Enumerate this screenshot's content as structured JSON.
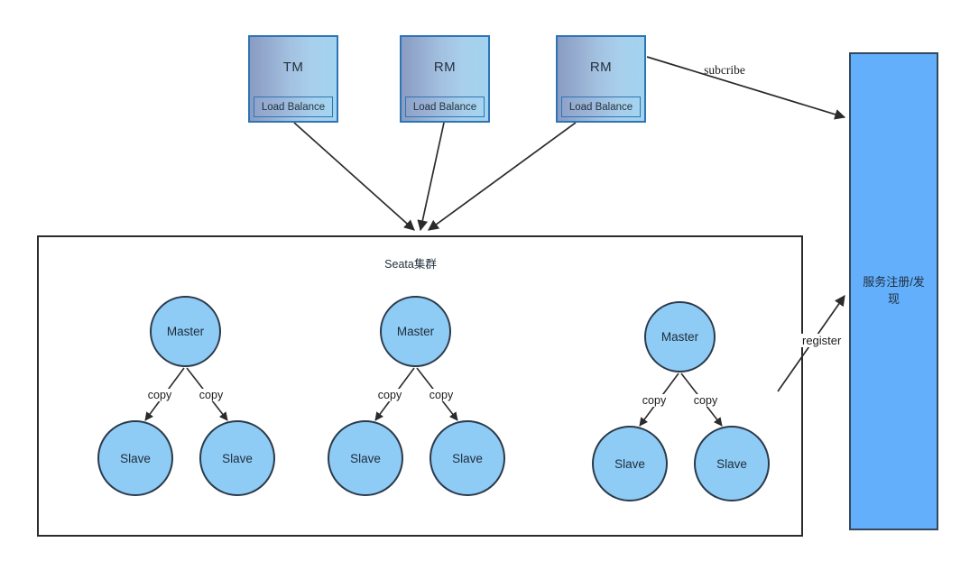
{
  "diagram": {
    "title": "Seata cluster with service registry",
    "colors": {
      "client_border": "#2E75B6",
      "client_gradient_start": "#8a9cc2",
      "client_gradient_end": "#a2d3ef",
      "registry_fill": "#63afFC",
      "registry_border": "#34495e",
      "node_fill": "#8ECBF5",
      "node_border": "#2b3a4a",
      "cluster_border": "#2b2b2b",
      "edge_color": "#2b2b2b",
      "text_color": "#1f2d3a",
      "background": "#ffffff"
    }
  },
  "clients": [
    {
      "id": "tm",
      "label": "TM",
      "sub_label": "Load Balance"
    },
    {
      "id": "rm1",
      "label": "RM",
      "sub_label": "Load Balance"
    },
    {
      "id": "rm2",
      "label": "RM",
      "sub_label": "Load Balance"
    }
  ],
  "cluster": {
    "title": "Seata集群",
    "groups": [
      {
        "id": "group-1",
        "master": {
          "label": "Master"
        },
        "slaves": [
          {
            "label": "Slave"
          },
          {
            "label": "Slave"
          }
        ],
        "edge_labels": [
          "copy",
          "copy"
        ]
      },
      {
        "id": "group-2",
        "master": {
          "label": "Master"
        },
        "slaves": [
          {
            "label": "Slave"
          },
          {
            "label": "Slave"
          }
        ],
        "edge_labels": [
          "copy",
          "copy"
        ]
      },
      {
        "id": "group-3",
        "master": {
          "label": "Master"
        },
        "slaves": [
          {
            "label": "Slave"
          },
          {
            "label": "Slave"
          }
        ],
        "edge_labels": [
          "copy",
          "copy"
        ]
      }
    ]
  },
  "registry": {
    "label": "服务注册/发现"
  },
  "edges": {
    "subscribe_label": "subcribe",
    "register_label": "register"
  }
}
